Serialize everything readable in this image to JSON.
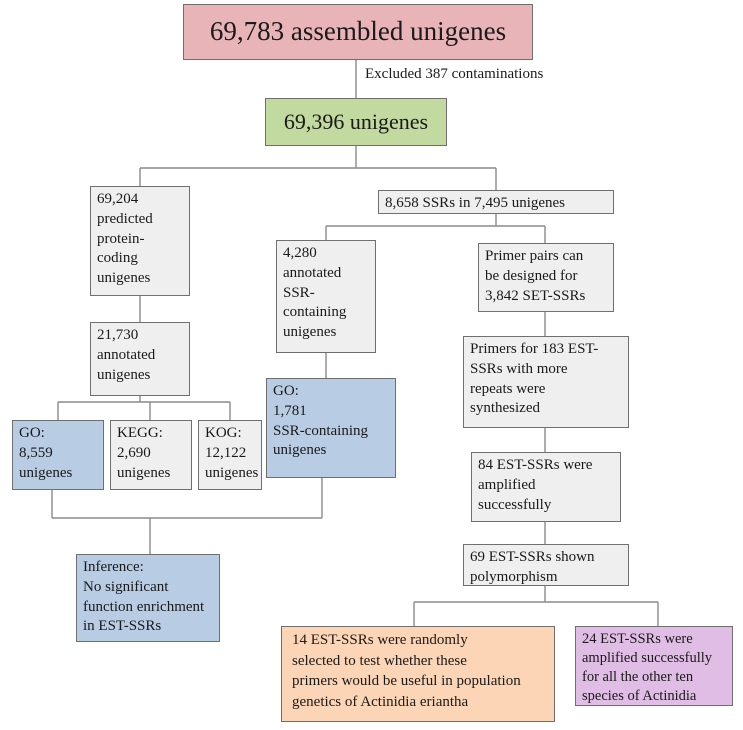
{
  "nodes": {
    "assembled": "69,783 assembled unigenes",
    "excluded": "Excluded 387 contaminations",
    "unigenes": "69,396 unigenes",
    "protein_coding": "69,204\npredicted\nprotein-\ncoding\nunigenes",
    "ssrs_total": "8,658 SSRs in 7,495 unigenes",
    "annotated_ssr": "4,280\nannotated\nSSR-\ncontaining\nunigenes",
    "primer_pairs": "Primer pairs can\nbe designed for\n3,842 SET-SSRs",
    "annotated": "21,730\nannotated\nunigenes",
    "primers_183": "Primers for 183 EST-\nSSRs with more\nrepeats were\nsynthesized",
    "go_ssr": "GO:\n1,781\nSSR-containing\nunigenes",
    "go": "GO:\n8,559\nunigenes",
    "kegg": "KEGG:\n2,690\nunigenes",
    "kog": "KOG:\n12,122\nunigenes",
    "amplified_84": "84 EST-SSRs were\namplified\nsuccessfully",
    "polymorphism_69": "69 EST-SSRs shown\npolymorphism",
    "inference": "Inference:\nNo significant\nfunction enrichment\nin EST-SSRs",
    "selected_14": "14 EST-SSRs  were randomly\nselected to test whether these\nprimers would be useful in  population\ngenetics of Actinidia eriantha",
    "amplified_24": "24 EST-SSRs were\namplified successfully\nfor all the other ten\nspecies of Actinidia"
  },
  "colors": {
    "pink": "#e8b4b8",
    "green": "#c2d99f",
    "grey": "#efefef",
    "blue": "#b8cce4",
    "orange": "#fbd5b5",
    "violet": "#e0bde4",
    "line": "#8a8a8a"
  }
}
